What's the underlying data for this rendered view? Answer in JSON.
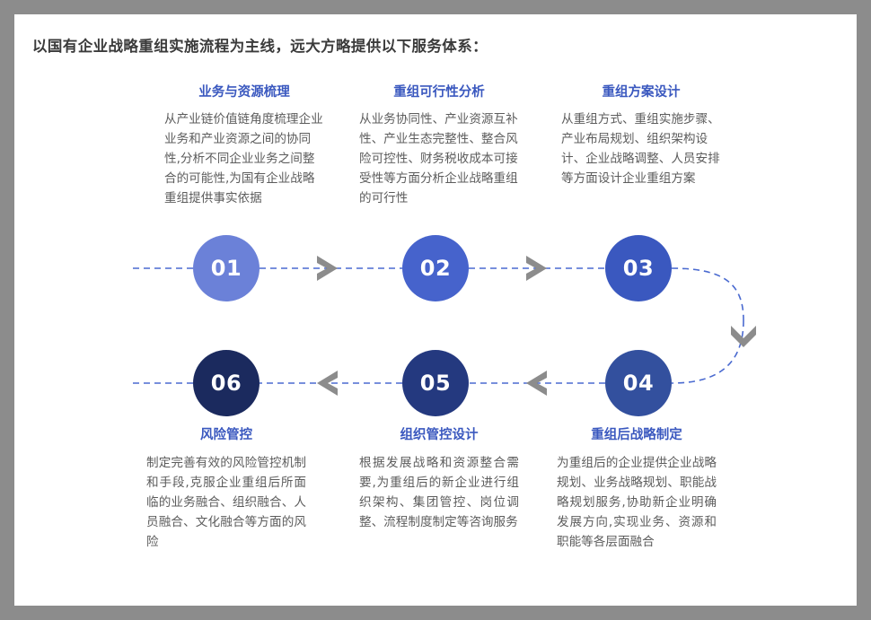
{
  "page": {
    "title": "以国有企业战略重组实施流程为主线，远大方略提供以下服务体系：",
    "border_color": "#8c8c8c",
    "background": "#ffffff",
    "accent_color": "#3a58bf",
    "dashed_line_color": "#4a6ad0",
    "chevron_color": "#8c8c8c"
  },
  "steps": [
    {
      "number": "01",
      "heading": "业务与资源梳理",
      "body": "从产业链价值链角度梳理企业业务和产业资源之间的协同性,分析不同企业业务之间整合的可能性,为国有企业战略重组提供事实依据",
      "color": "#6b81d8",
      "position": "top"
    },
    {
      "number": "02",
      "heading": "重组可行性分析",
      "body": "从业务协同性、产业资源互补性、产业生态完整性、整合风险可控性、财务税收成本可接受性等方面分析企业战略重组的可行性",
      "color": "#4663cc",
      "position": "top"
    },
    {
      "number": "03",
      "heading": "重组方案设计",
      "body": "从重组方式、重组实施步骤、产业布局规划、组织架构设计、企业战略调整、人员安排等方面设计企业重组方案",
      "color": "#3a58bf",
      "position": "top"
    },
    {
      "number": "04",
      "heading": "重组后战略制定",
      "body": "为重组后的企业提供企业战略规划、业务战略规划、职能战略规划服务,协助新企业明确发展方向,实现业务、资源和职能等各层面融合",
      "color": "#33509e",
      "position": "bottom"
    },
    {
      "number": "05",
      "heading": "组织管控设计",
      "body": "根据发展战略和资源整合需要,为重组后的新企业进行组织架构、集团管控、岗位调整、流程制度制定等咨询服务",
      "color": "#24397f",
      "position": "bottom"
    },
    {
      "number": "06",
      "heading": "风险管控",
      "body": "制定完善有效的风险管控机制和手段,克服企业重组后所面临的业务融合、组织融合、人员融合、文化融合等方面的风险",
      "color": "#1b2a5e",
      "position": "bottom"
    }
  ],
  "connectors": [
    {
      "name": "arrow-01-to-02",
      "direction": "right"
    },
    {
      "name": "arrow-02-to-03",
      "direction": "right"
    },
    {
      "name": "arrow-03-to-04",
      "direction": "down"
    },
    {
      "name": "arrow-04-to-05",
      "direction": "left"
    },
    {
      "name": "arrow-05-to-06",
      "direction": "left"
    }
  ]
}
